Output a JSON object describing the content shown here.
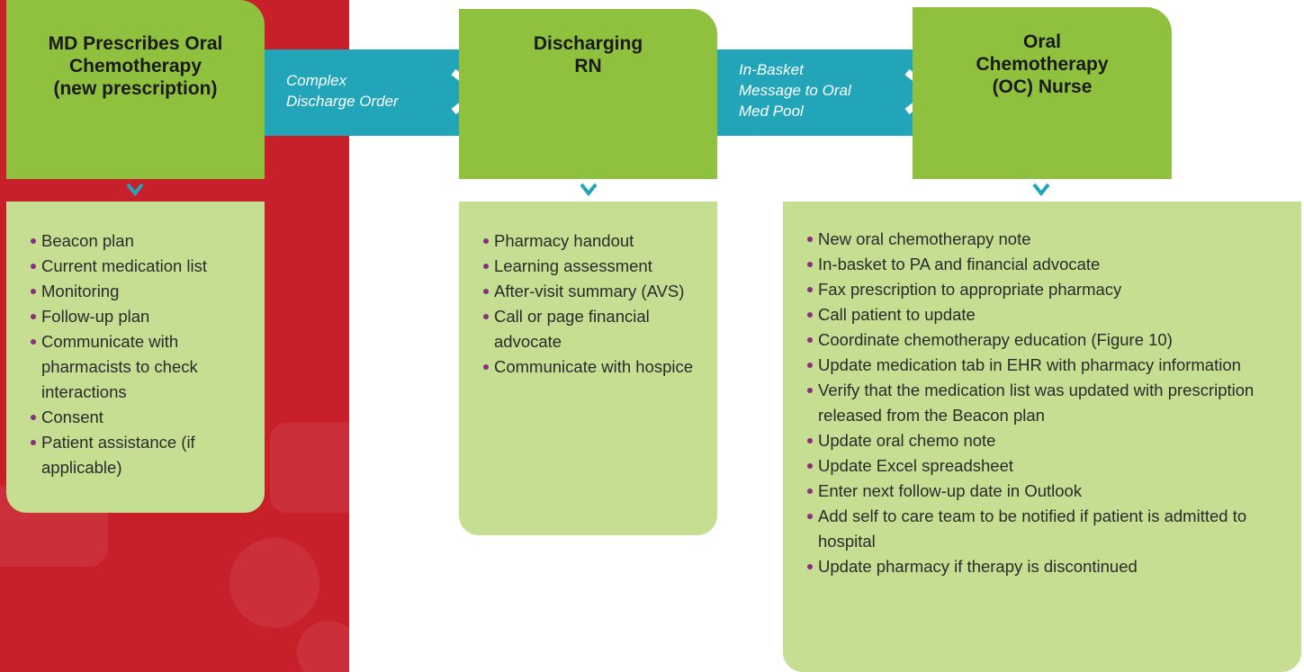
{
  "colors": {
    "red_panel": "#c8202a",
    "connector": "#22a5b8",
    "green_header": "#8fc13f",
    "light_green": "#c5de91",
    "arrow": "#22a5b8",
    "bullet": "#8a2e7e"
  },
  "steps": [
    {
      "title": "MD Prescribes Oral\nChemotherapy\n(new prescription)",
      "items": [
        "Beacon plan",
        "Current medication list",
        "Monitoring",
        "Follow-up plan",
        "Communicate with pharmacists to check interactions",
        "Consent",
        "Patient assistance (if applicable)"
      ]
    },
    {
      "title": "Discharging\nRN",
      "items": [
        "Pharmacy handout",
        "Learning assessment",
        "After-visit summary (AVS)",
        "Call or page financial advocate",
        "Communicate with hospice"
      ]
    },
    {
      "title": "Oral\nChemotherapy\n(OC) Nurse",
      "items": [
        "New oral chemotherapy note",
        "In-basket to PA and financial advocate",
        "Fax prescription to appropriate pharmacy",
        "Call patient to update",
        "Coordinate chemotherapy education (Figure 10)",
        "Update medication tab in EHR with pharmacy information",
        "Verify that the medication list was updated with prescription released from the Beacon plan",
        "Update oral chemo note",
        "Update Excel spreadsheet",
        "Enter next follow-up date in Outlook",
        "Add self to care team to be notified if patient is admitted to hospital",
        "Update pharmacy if therapy is discontinued"
      ]
    }
  ],
  "connectors": [
    {
      "label": "Complex\nDischarge Order"
    },
    {
      "label": "In-Basket\nMessage to Oral\nMed Pool"
    }
  ]
}
